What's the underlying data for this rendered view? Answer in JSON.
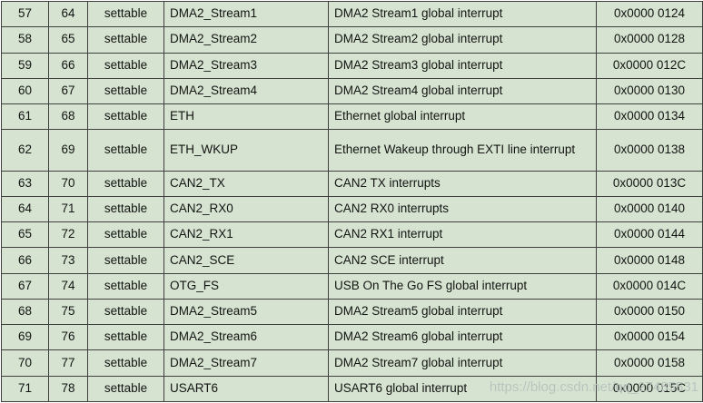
{
  "colors": {
    "cell_background": "#d5e3d0",
    "grid_border": "#3f3f3f",
    "watermark_text": "#b7c3bd"
  },
  "watermark": {
    "text": "https://blog.csdn.net/qq_27485531"
  },
  "table": {
    "column_keys": [
      "position",
      "priority",
      "type",
      "acronym",
      "description",
      "address"
    ],
    "rows": [
      {
        "position": "57",
        "priority": "64",
        "type": "settable",
        "acronym": "DMA2_Stream1",
        "description": "DMA2 Stream1 global interrupt",
        "address": "0x0000 0124"
      },
      {
        "position": "58",
        "priority": "65",
        "type": "settable",
        "acronym": "DMA2_Stream2",
        "description": "DMA2 Stream2 global interrupt",
        "address": "0x0000 0128"
      },
      {
        "position": "59",
        "priority": "66",
        "type": "settable",
        "acronym": "DMA2_Stream3",
        "description": "DMA2 Stream3 global interrupt",
        "address": "0x0000 012C"
      },
      {
        "position": "60",
        "priority": "67",
        "type": "settable",
        "acronym": "DMA2_Stream4",
        "description": "DMA2 Stream4 global interrupt",
        "address": "0x0000 0130"
      },
      {
        "position": "61",
        "priority": "68",
        "type": "settable",
        "acronym": "ETH",
        "description": "Ethernet global interrupt",
        "address": "0x0000 0134"
      },
      {
        "position": "62",
        "priority": "69",
        "type": "settable",
        "acronym": "ETH_WKUP",
        "description": "Ethernet Wakeup through EXTI line interrupt",
        "address": "0x0000 0138"
      },
      {
        "position": "63",
        "priority": "70",
        "type": "settable",
        "acronym": "CAN2_TX",
        "description": "CAN2 TX interrupts",
        "address": "0x0000 013C"
      },
      {
        "position": "64",
        "priority": "71",
        "type": "settable",
        "acronym": "CAN2_RX0",
        "description": "CAN2 RX0 interrupts",
        "address": "0x0000 0140"
      },
      {
        "position": "65",
        "priority": "72",
        "type": "settable",
        "acronym": "CAN2_RX1",
        "description": "CAN2 RX1 interrupt",
        "address": "0x0000 0144"
      },
      {
        "position": "66",
        "priority": "73",
        "type": "settable",
        "acronym": "CAN2_SCE",
        "description": "CAN2 SCE interrupt",
        "address": "0x0000 0148"
      },
      {
        "position": "67",
        "priority": "74",
        "type": "settable",
        "acronym": "OTG_FS",
        "description": "USB On The Go FS global interrupt",
        "address": "0x0000 014C"
      },
      {
        "position": "68",
        "priority": "75",
        "type": "settable",
        "acronym": "DMA2_Stream5",
        "description": "DMA2 Stream5 global interrupt",
        "address": "0x0000 0150"
      },
      {
        "position": "69",
        "priority": "76",
        "type": "settable",
        "acronym": "DMA2_Stream6",
        "description": "DMA2 Stream6 global interrupt",
        "address": "0x0000 0154"
      },
      {
        "position": "70",
        "priority": "77",
        "type": "settable",
        "acronym": "DMA2_Stream7",
        "description": "DMA2 Stream7 global interrupt",
        "address": "0x0000 0158"
      },
      {
        "position": "71",
        "priority": "78",
        "type": "settable",
        "acronym": "USART6",
        "description": "USART6 global interrupt",
        "address": "0x0000 015C"
      }
    ]
  }
}
